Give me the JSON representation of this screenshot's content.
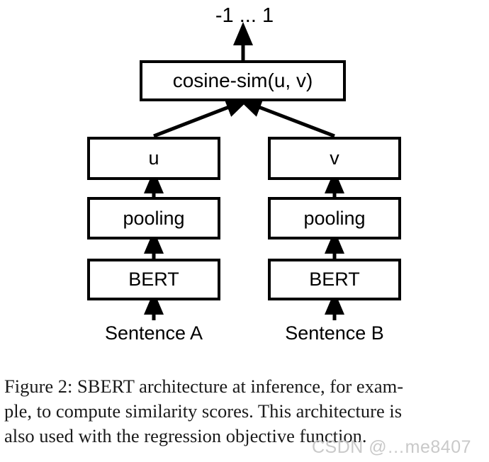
{
  "figure": {
    "output_label": "-1 ... 1",
    "similarity_box": "cosine-sim(u, v)",
    "left_branch": {
      "embedding": "u",
      "pooling": "pooling",
      "encoder": "BERT",
      "input": "Sentence A"
    },
    "right_branch": {
      "embedding": "v",
      "pooling": "pooling",
      "encoder": "BERT",
      "input": "Sentence B"
    },
    "stroke_color": "#000000",
    "background_color": "#ffffff"
  },
  "caption": {
    "line1": "Figure 2:  SBERT architecture at inference, for exam-",
    "line2": "ple, to compute similarity scores.  This architecture is",
    "line3": "also used with the regression objective function.",
    "full_text": "Figure 2: SBERT architecture at inference, for example, to compute similarity scores. This architecture is also used with the regression objective function."
  },
  "watermark": {
    "text": "CSDN @…me8407",
    "color": "#c9c9c9"
  }
}
